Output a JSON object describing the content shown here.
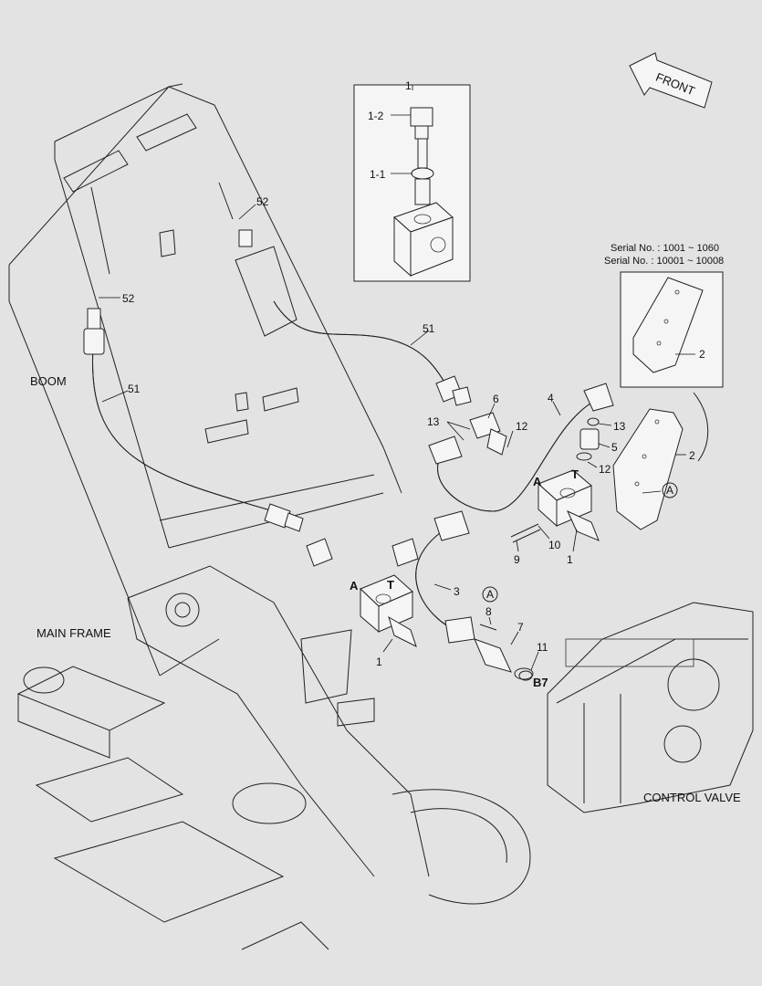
{
  "labels": {
    "front": "FRONT",
    "boom": "BOOM",
    "main_frame": "MAIN FRAME",
    "control_valve": "CONTROL VALVE",
    "serial_1": "Serial No. : 1001 ~ 1060",
    "serial_2": "Serial No. : 10001 ~ 10008",
    "port_a": "A",
    "port_t": "T",
    "port_b7": "B7",
    "circle_a": "A"
  },
  "parts": {
    "p1": "1",
    "p1_1": "1-1",
    "p1_2": "1-2",
    "p2": "2",
    "p3": "3",
    "p4": "4",
    "p5": "5",
    "p6": "6",
    "p7": "7",
    "p8": "8",
    "p9": "9",
    "p10": "10",
    "p11": "11",
    "p12": "12",
    "p13": "13",
    "p51": "51",
    "p52": "52"
  },
  "colors": {
    "background": "#e3e3e3",
    "line": "#222222",
    "inset": "#f5f5f5"
  }
}
